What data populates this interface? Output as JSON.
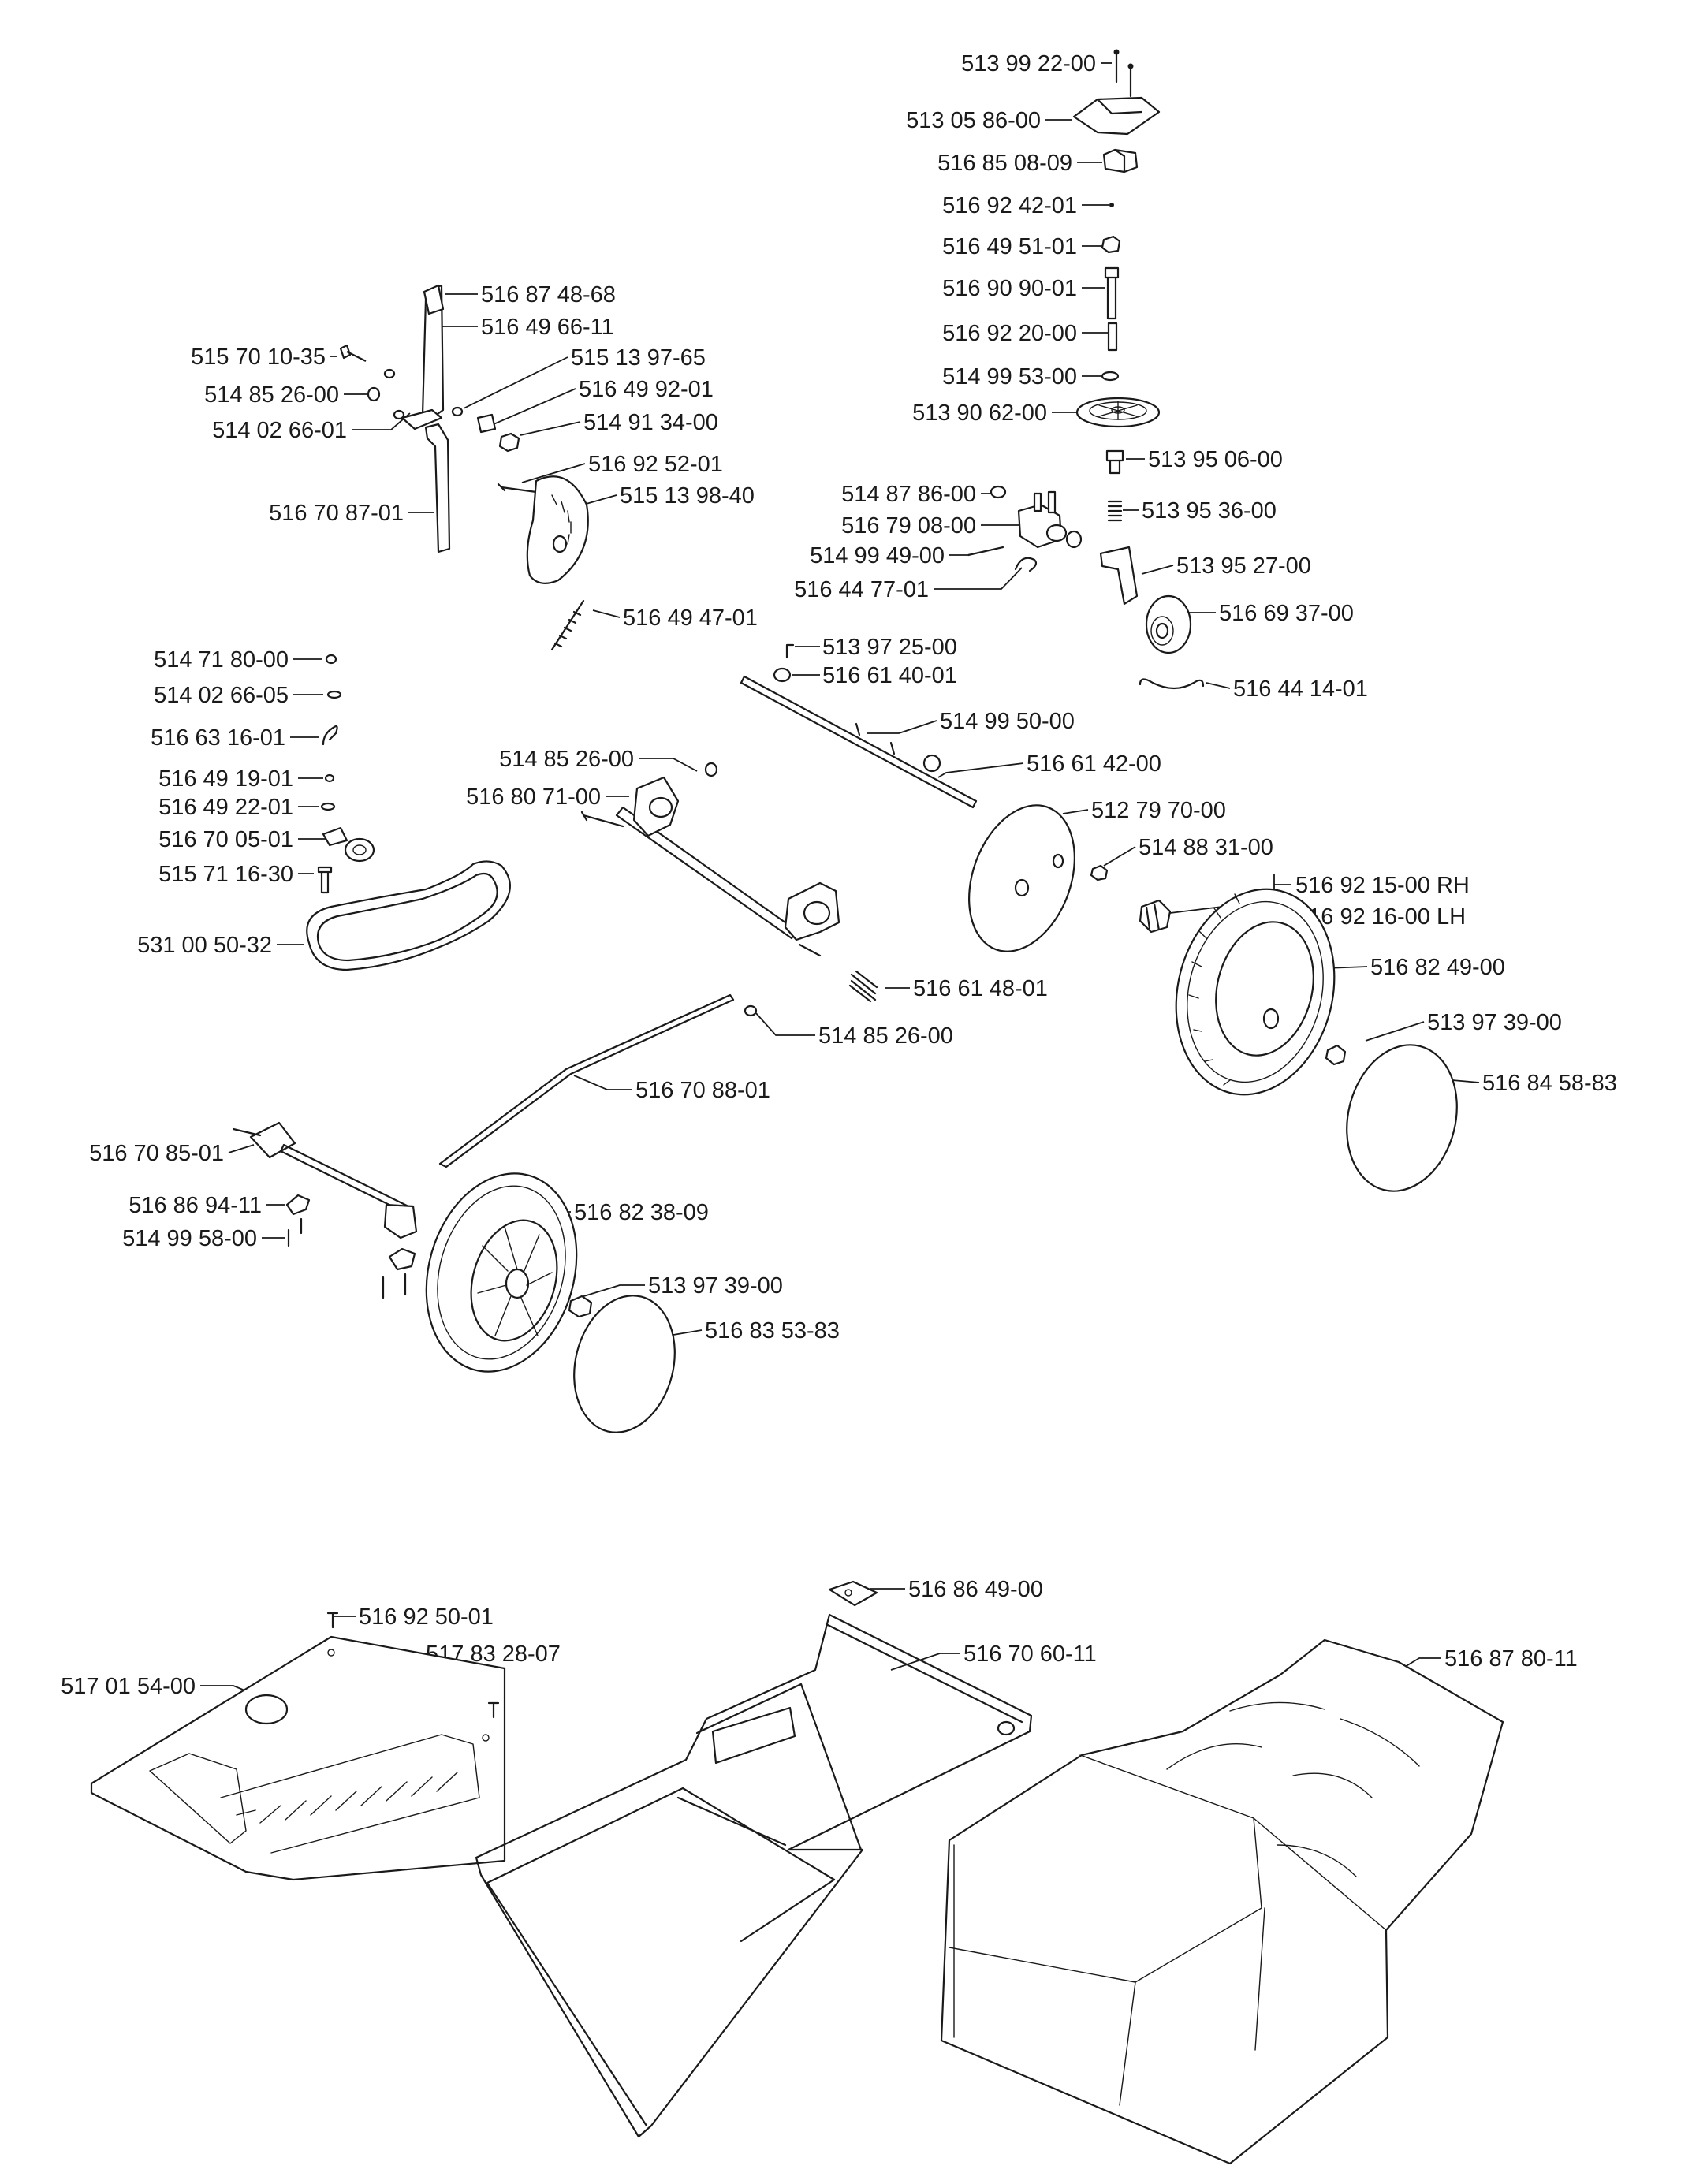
{
  "labels": [
    {
      "id": "l0",
      "text": "513 99 22-00"
    },
    {
      "id": "l1",
      "text": "513 05 86-00"
    },
    {
      "id": "l2",
      "text": "516 85 08-09"
    },
    {
      "id": "l3",
      "text": "516 92 42-01"
    },
    {
      "id": "l4",
      "text": "516 49 51-01"
    },
    {
      "id": "l5",
      "text": "516 90 90-01"
    },
    {
      "id": "l6",
      "text": "516 92 20-00"
    },
    {
      "id": "l7",
      "text": "514 99 53-00"
    },
    {
      "id": "l8",
      "text": "513 90 62-00"
    },
    {
      "id": "l9",
      "text": "513 95 06-00"
    },
    {
      "id": "l10",
      "text": "513 95 36-00"
    },
    {
      "id": "l11",
      "text": "514 87 86-00"
    },
    {
      "id": "l12",
      "text": "516 79 08-00"
    },
    {
      "id": "l13",
      "text": "514 99 49-00"
    },
    {
      "id": "l14",
      "text": "516 44 77-01"
    },
    {
      "id": "l15",
      "text": "513 95 27-00"
    },
    {
      "id": "l16",
      "text": "516 69 37-00"
    },
    {
      "id": "l17",
      "text": "516 44 14-01"
    },
    {
      "id": "l18",
      "text": "513 97 25-00"
    },
    {
      "id": "l19",
      "text": "516 61 40-01"
    },
    {
      "id": "l20",
      "text": "514 99 50-00"
    },
    {
      "id": "l21",
      "text": "516 61 42-00"
    },
    {
      "id": "l22",
      "text": "516 87 48-68"
    },
    {
      "id": "l23",
      "text": "516 49 66-11"
    },
    {
      "id": "l24",
      "text": "515 70 10-35"
    },
    {
      "id": "l25",
      "text": "515 13 97-65"
    },
    {
      "id": "l26",
      "text": "514 85 26-00"
    },
    {
      "id": "l27",
      "text": "516 49 92-01"
    },
    {
      "id": "l28",
      "text": "514 02 66-01"
    },
    {
      "id": "l29",
      "text": "514 91 34-00"
    },
    {
      "id": "l30",
      "text": "516 92 52-01"
    },
    {
      "id": "l31",
      "text": "515 13 98-40"
    },
    {
      "id": "l32",
      "text": "516 70 87-01"
    },
    {
      "id": "l33",
      "text": "516 49 47-01"
    },
    {
      "id": "l34",
      "text": "514 71 80-00"
    },
    {
      "id": "l35",
      "text": "514 02 66-05"
    },
    {
      "id": "l36",
      "text": "516 63 16-01"
    },
    {
      "id": "l37",
      "text": "516 49 19-01"
    },
    {
      "id": "l38",
      "text": "516 49 22-01"
    },
    {
      "id": "l39",
      "text": "516 70 05-01"
    },
    {
      "id": "l40",
      "text": "515 71 16-30"
    },
    {
      "id": "l41",
      "text": "531 00 50-32"
    },
    {
      "id": "l42",
      "text": "514 85 26-00"
    },
    {
      "id": "l43",
      "text": "516 80 71-00"
    },
    {
      "id": "l44",
      "text": "512 79 70-00"
    },
    {
      "id": "l45",
      "text": "514 88 31-00"
    },
    {
      "id": "l46",
      "text": "516 92 15-00 RH"
    },
    {
      "id": "l47",
      "text": "516 92 16-00 LH"
    },
    {
      "id": "l48",
      "text": "516 82 49-00"
    },
    {
      "id": "l49",
      "text": "516 61 48-01"
    },
    {
      "id": "l50",
      "text": "514 85 26-00"
    },
    {
      "id": "l51",
      "text": "513 97 39-00"
    },
    {
      "id": "l52",
      "text": "516 84 58-83"
    },
    {
      "id": "l53",
      "text": "516 70 88-01"
    },
    {
      "id": "l54",
      "text": "516 70 85-01"
    },
    {
      "id": "l55",
      "text": "516 86 94-11"
    },
    {
      "id": "l56",
      "text": "514 99 58-00"
    },
    {
      "id": "l57",
      "text": "516 82 38-09"
    },
    {
      "id": "l58",
      "text": "513 97 39-00"
    },
    {
      "id": "l59",
      "text": "516 83 53-83"
    },
    {
      "id": "l60",
      "text": "516 86 49-00"
    },
    {
      "id": "l61",
      "text": "516 92 50-01"
    },
    {
      "id": "l62",
      "text": "517 83 28-07"
    },
    {
      "id": "l63",
      "text": "516 70 60-11"
    },
    {
      "id": "l64",
      "text": "516 87 80-11"
    },
    {
      "id": "l65",
      "text": "517 01 54-00"
    }
  ]
}
